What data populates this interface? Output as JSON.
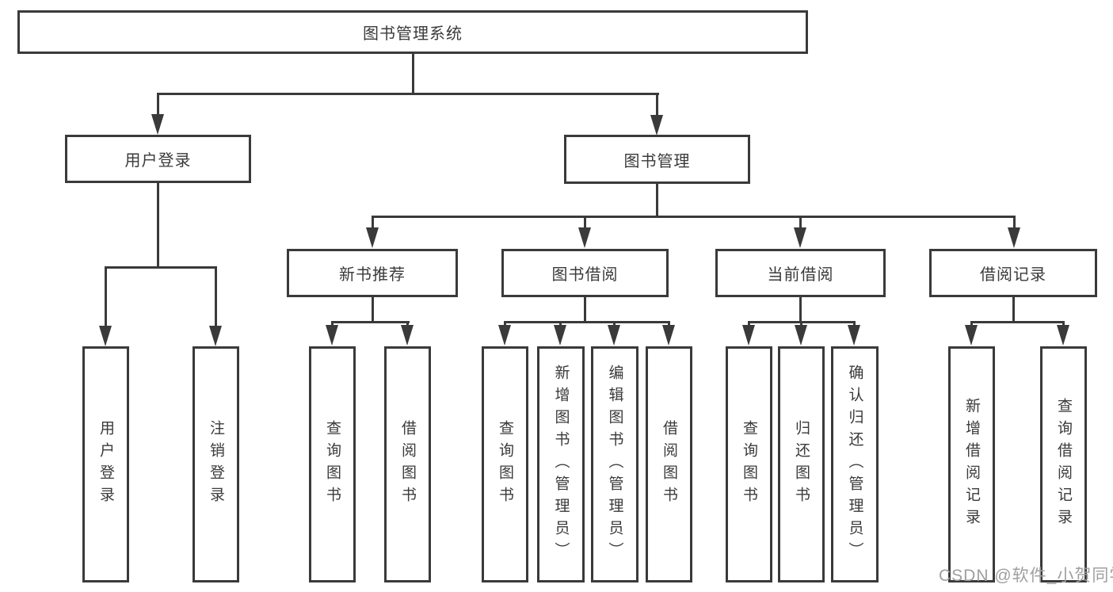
{
  "tree": {
    "label": "图书管理系统",
    "children": [
      {
        "label": "用户登录",
        "children": [
          {
            "label": "用户登录"
          },
          {
            "label": "注销登录"
          }
        ]
      },
      {
        "label": "图书管理",
        "children": [
          {
            "label": "新书推荐",
            "children": [
              {
                "label": "查询图书"
              },
              {
                "label": "借阅图书"
              }
            ]
          },
          {
            "label": "图书借阅",
            "children": [
              {
                "label": "查询图书"
              },
              {
                "label": "新增图书（管理员）"
              },
              {
                "label": "编辑图书（管理员）"
              },
              {
                "label": "借阅图书"
              }
            ]
          },
          {
            "label": "当前借阅",
            "children": [
              {
                "label": "查询图书"
              },
              {
                "label": "归还图书"
              },
              {
                "label": "确认归还（管理员）"
              }
            ]
          },
          {
            "label": "借阅记录",
            "children": [
              {
                "label": "新增借阅记录"
              },
              {
                "label": "查询借阅记录"
              }
            ]
          }
        ]
      }
    ]
  },
  "watermark": "CSDN @软件_小贺同学",
  "colors": {
    "line": "#3a3a3a",
    "background": "#ffffff",
    "watermark": "#9f9f9f"
  }
}
